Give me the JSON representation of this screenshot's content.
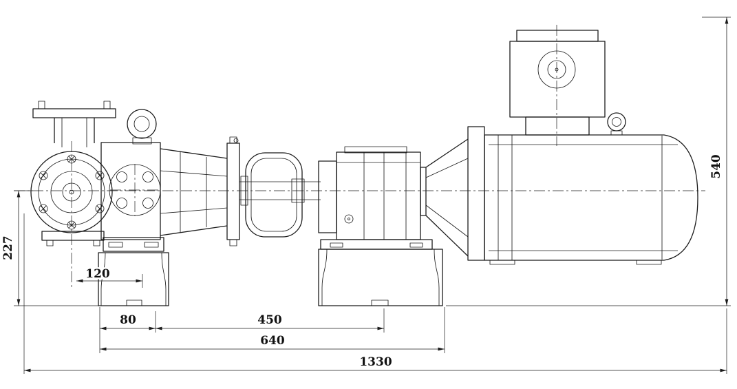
{
  "dimensions": {
    "pump_axis_height": "227",
    "pump_center_offset": "120",
    "pedestal_front_spacing": "80",
    "pedestal_span": "450",
    "baseplate_length": "640",
    "overall_length": "1330",
    "overall_height": "540"
  }
}
